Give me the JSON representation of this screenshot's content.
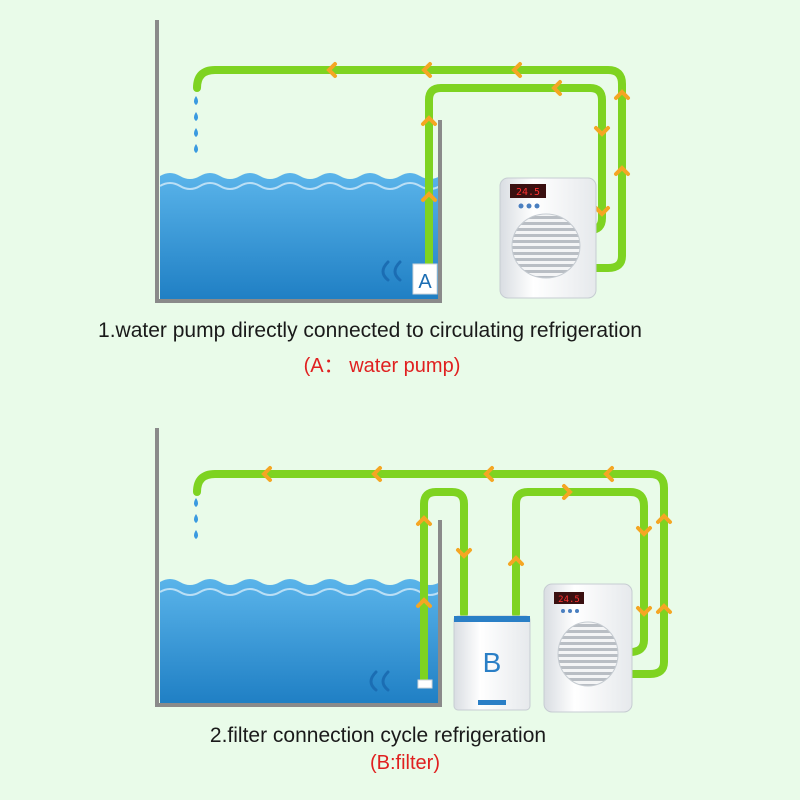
{
  "diagram1": {
    "caption": "1.water pump directly connected to circulating refrigeration",
    "subcaption": "(A： water pump)",
    "device_label": "A"
  },
  "diagram2": {
    "caption": "2.filter connection cycle refrigeration",
    "subcaption": "(B:filter)",
    "device_label": "B"
  },
  "colors": {
    "background": "#e9fbe9",
    "pipe": "#7ed321",
    "arrow": "#f5a623",
    "water": "#4aa8e0",
    "tank_wall": "#8a8a8a",
    "caption_red": "#e02020"
  },
  "icons": [
    "water-drop-icon",
    "flow-arrow-icon",
    "chiller-unit-icon",
    "filter-unit-icon",
    "water-pump-icon",
    "current-swirl-icon"
  ]
}
